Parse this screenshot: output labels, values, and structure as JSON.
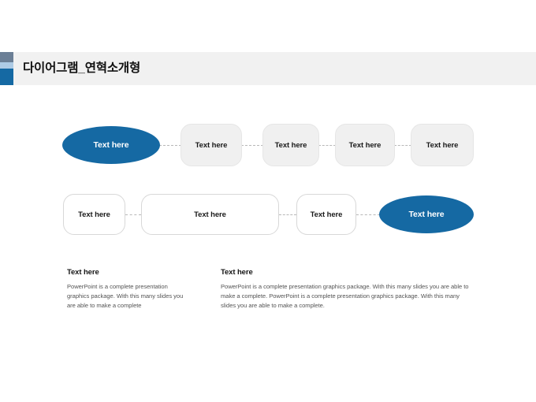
{
  "slide": {
    "title": "다이어그램_연혁소개형",
    "background_color": "#ffffff",
    "header_bar_color": "#f1f1f1",
    "accent_colors": {
      "band_top": "#6b7f96",
      "band_middle": "#aecbe5",
      "band_bottom": "#1569a3"
    }
  },
  "theme": {
    "brand_blue": "#1569a3",
    "filled_node_bg": "#f0f0f0",
    "outline_node_border": "#d8d8d8",
    "connector_color": "#b8b8b8"
  },
  "diagram": {
    "row_one": [
      {
        "label": "Text here",
        "shape": "ellipse",
        "style": "blue-ellipse"
      },
      {
        "label": "Text here",
        "shape": "rounded-rect",
        "style": "gray-filled"
      },
      {
        "label": "Text here",
        "shape": "rounded-rect",
        "style": "gray-filled"
      },
      {
        "label": "Text here",
        "shape": "rounded-rect",
        "style": "gray-filled"
      },
      {
        "label": "Text here",
        "shape": "rounded-rect",
        "style": "gray-filled"
      }
    ],
    "row_two": [
      {
        "label": "Text here",
        "shape": "rounded-rect",
        "style": "white-outline"
      },
      {
        "label": "Text here",
        "shape": "rounded-rect",
        "style": "white-outline"
      },
      {
        "label": "Text here",
        "shape": "rounded-rect",
        "style": "white-outline"
      },
      {
        "label": "Text here",
        "shape": "ellipse",
        "style": "blue-ellipse"
      }
    ]
  },
  "copy": {
    "left": {
      "heading": "Text here",
      "body": "PowerPoint is a complete presentation graphics package. With this many slides you are able to make a complete"
    },
    "right": {
      "heading": "Text here",
      "body": "PowerPoint is a complete presentation graphics package. With this many slides you are able to make a complete. PowerPoint is a complete presentation graphics package. With this many slides you are able to make a complete."
    }
  }
}
